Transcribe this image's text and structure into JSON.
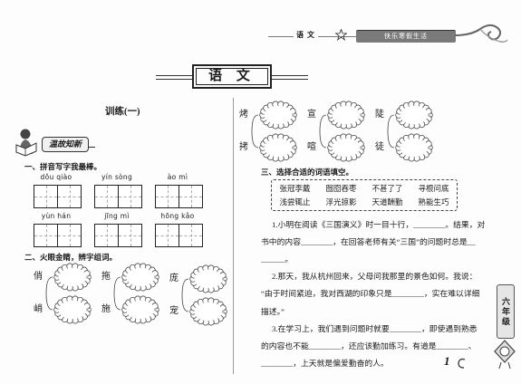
{
  "header": {
    "subject": "语 文",
    "ribbon": "快乐寒假生活"
  },
  "title": "语 文",
  "lesson": "训练(一)",
  "section_badge": "温故知新",
  "icons": {
    "badge": "child-reading-icon",
    "header": "star-icon"
  },
  "q1": {
    "heading": "一、拼音写字我最棒。",
    "items": [
      {
        "pinyin": "dǒu qiào"
      },
      {
        "pinyin": "yín sòng"
      },
      {
        "pinyin": "ào mì"
      },
      {
        "pinyin": "yùn hán"
      },
      {
        "pinyin": "jīng mì"
      },
      {
        "pinyin": "hōng kǎo"
      }
    ]
  },
  "q2": {
    "heading": "二、火眼金睛，辨字组词。",
    "groups": [
      {
        "top": "俏",
        "bottom": "峭"
      },
      {
        "top": "拖",
        "bottom": "施"
      },
      {
        "top": "庞",
        "bottom": "宠"
      },
      {
        "top": "烤",
        "bottom": "拷"
      },
      {
        "top": "宣",
        "bottom": "喧"
      },
      {
        "top": "陡",
        "bottom": "徒"
      }
    ]
  },
  "q3": {
    "heading": "三、选择合适的词语填空。",
    "word_bank": [
      [
        "张冠李戴",
        "囫囵吞枣",
        "不甚了了",
        "寻根问底"
      ],
      [
        "浅尝辄止",
        "浮光掠影",
        "天道酬勤",
        "熟能生巧"
      ]
    ],
    "lines": [
      "1.小明在阅读《三国演义》时一目十行，________。结果，对",
      "书中的内容________，在回答老师有关“三国”的问题时总是__",
      "______。",
      "2.那天，我从杭州回来，父母问我那里的景色如何。我说：",
      "“由于时间紧迫，我对西湖的印象只是________，实在难以详细",
      "描述。”",
      "3.在学习上，我们遇到问题时就要________，即使遇到熟悉",
      "的内容也不能________，还应该勤加练习。有道是________、",
      "________，上天就是偏爱勤奋的人。"
    ]
  },
  "grade_tab": "六年级",
  "page_number": "1"
}
